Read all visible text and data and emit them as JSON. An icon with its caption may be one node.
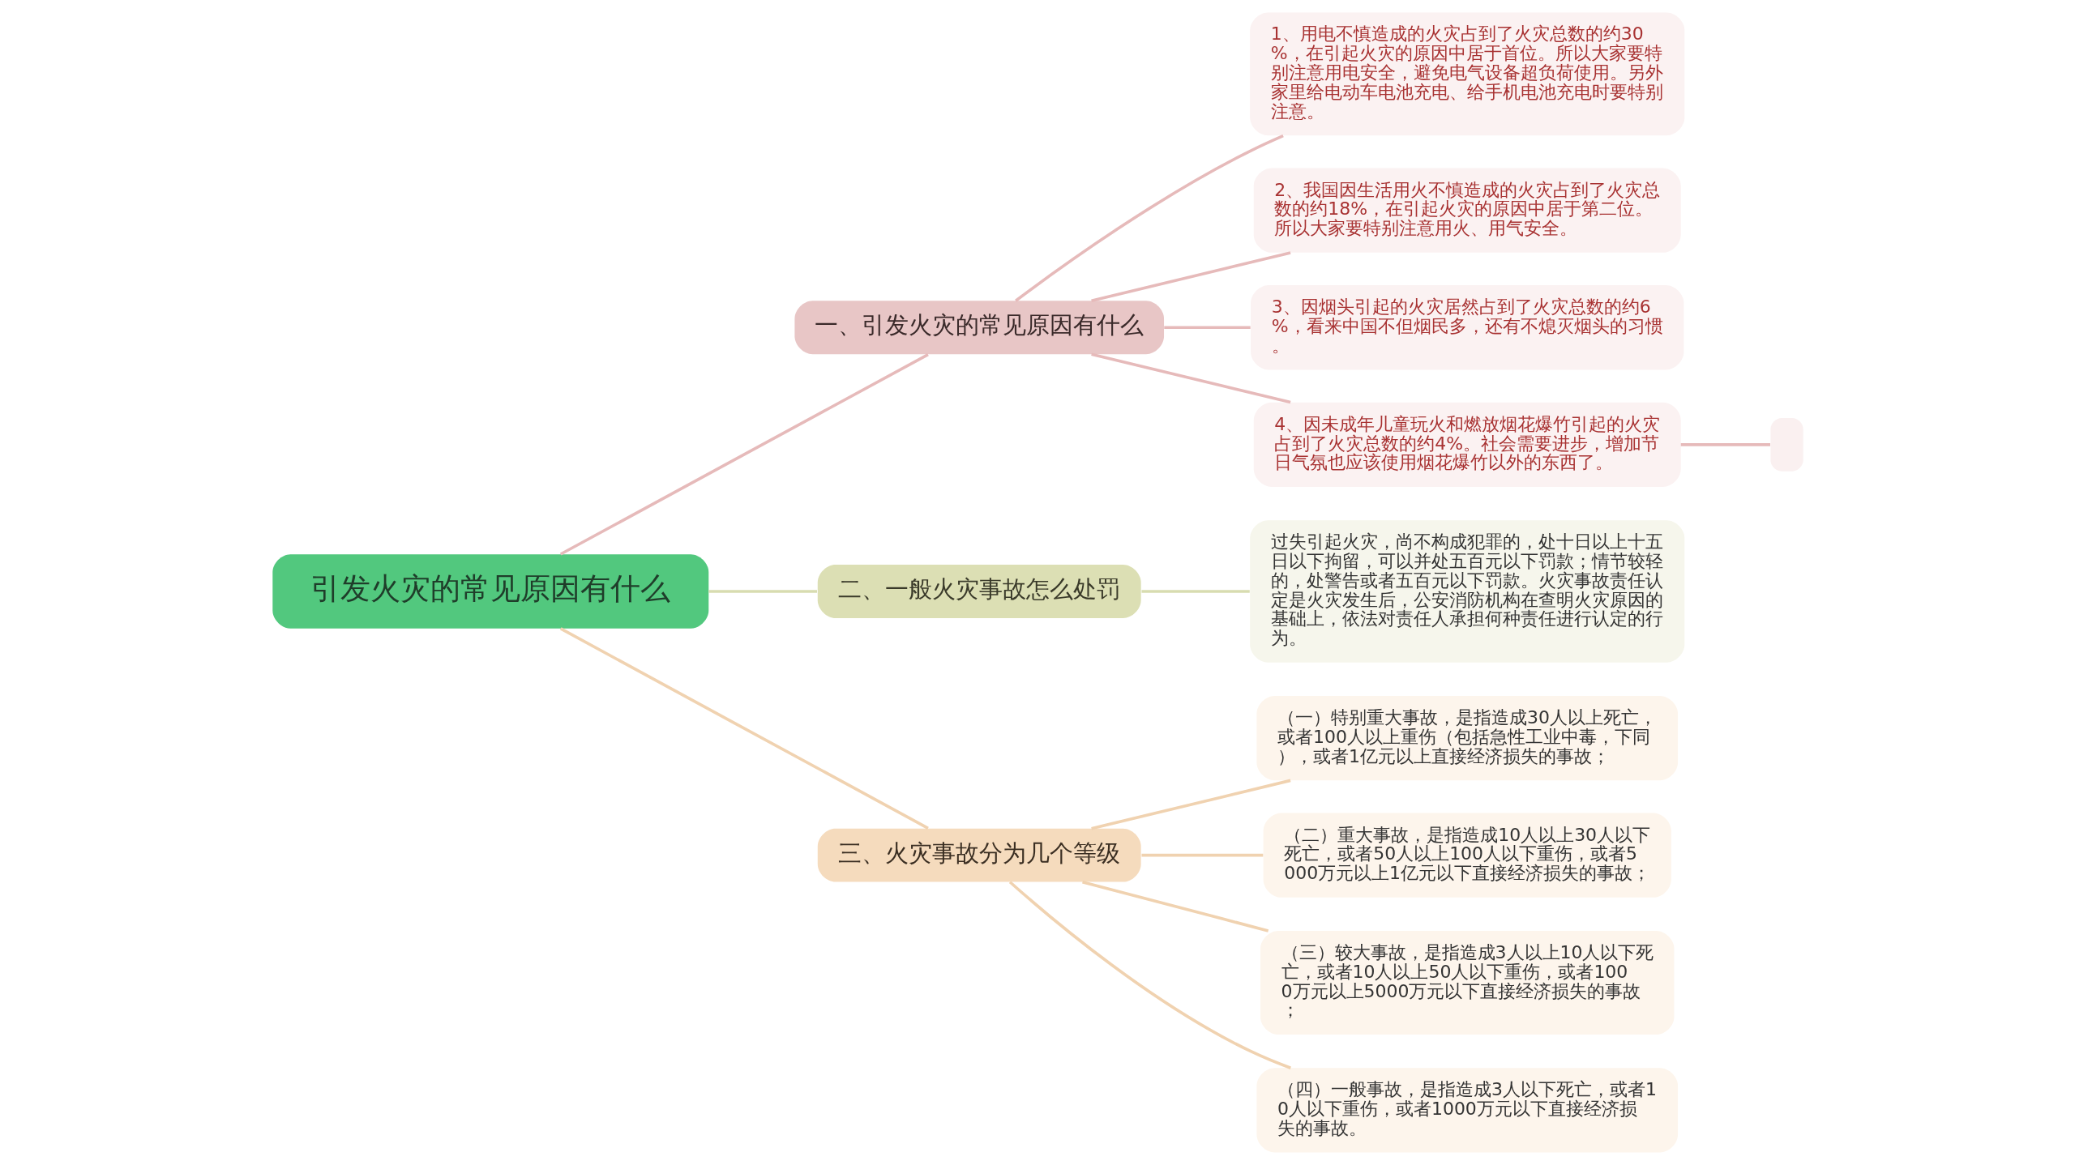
{
  "diagram": {
    "nodes": [
      {
        "text": [
          "引发火灾的常见原因有什么"
        ]
      },
      {
        "text": [
          "一、引发火灾的常见原因有什么"
        ]
      },
      {
        "text": [
          "1、用电不慎造成的火灾占到了火灾总数的约30%，在引起火灾的原因中居于首位。所以大家要特别注意用电安全，避免电气设备超负荷使用。另外家里给电动车电池充电、给手机电池充电时要特别注意。"
        ]
      },
      {
        "text": [
          "2、我国因生活用火不慎造成的火灾占到了火灾总数的约18%，在引起火灾的原因中居于第二位。所以大家要特别注意用火、用气安全。"
        ]
      },
      {
        "text": [
          "3、因烟头引起的火灾居然占到了火灾总数的约6%，看来中国不但烟民多，还有不熄灭烟头的习惯。"
        ]
      },
      {
        "text": [
          "4、因未成年儿童玩火和燃放烟花爆竹引起的火灾占到了火灾总数的约4%。社会需要进步，增加节日气氛也应该使用烟花爆竹以外的东西了。"
        ]
      },
      {
        "text": [],
        "shape": "box"
      },
      {
        "text": [
          "二、一般火灾事故怎么处罚"
        ]
      },
      {
        "text": [
          "过失引起火灾，尚不构成犯罪的，处十日以上十五日以下拘留，可以并处五百元以下罚款；情节较轻的，处警告或者五百元以下罚款。火灾事故责任认定是火灾发生后，公安消防机构在查明火灾原因的基础上，依法对责任人承担何种责任进行认定的行为。"
        ]
      },
      {
        "text": [
          "三、火灾事故分为几个等级"
        ]
      },
      {
        "text": [
          "（一）特别重大事故，是指造成30人以上死亡，或者100人以上重伤（包括急性工业中毒，下同），或者1亿元以上直接经济损失的事故；"
        ]
      },
      {
        "text": [
          "（二）重大事故，是指造成10人以上30人以下死亡，或者50人以上100人以下重伤，或者5000万元以上1亿元以下直接经济损失的事故；"
        ]
      },
      {
        "text": [
          "（三）较大事故，是指造成3人以上10人以下死亡，或者10人以上50人以下重伤，或者1000万元以上5000万元以下直接经济损失的事故；"
        ]
      },
      {
        "text": [
          "（四）一般事故，是指造成3人以下死亡，或者10人以下重伤，或者1000万元以下直接经济损失的事故。"
        ]
      }
    ],
    "edges": [
      {
        "from": 0,
        "to": 1,
        "arrow": "none",
        "color": "#e6baba"
      },
      {
        "from": 1,
        "to": 2,
        "arrow": "none",
        "color": "#e6baba"
      },
      {
        "from": 1,
        "to": 3,
        "arrow": "none",
        "color": "#e6baba"
      },
      {
        "from": 1,
        "to": 4,
        "arrow": "none",
        "color": "#e6baba"
      },
      {
        "from": 1,
        "to": 5,
        "arrow": "none",
        "color": "#e6baba"
      },
      {
        "from": 5,
        "to": 6,
        "arrow": "none",
        "color": "#e6baba"
      },
      {
        "from": 0,
        "to": 7,
        "arrow": "none",
        "color": "#d8dcb0"
      },
      {
        "from": 7,
        "to": 8,
        "arrow": "none",
        "color": "#d8dcb0"
      },
      {
        "from": 0,
        "to": 9,
        "arrow": "none",
        "color": "#f0d2b0"
      },
      {
        "from": 9,
        "to": 10,
        "arrow": "none",
        "color": "#f0d2b0"
      },
      {
        "from": 9,
        "to": 11,
        "arrow": "none",
        "color": "#f0d2b0"
      },
      {
        "from": 9,
        "to": 12,
        "arrow": "none",
        "color": "#f0d2b0"
      },
      {
        "from": 9,
        "to": 13,
        "arrow": "none",
        "color": "#f0d2b0"
      }
    ]
  }
}
